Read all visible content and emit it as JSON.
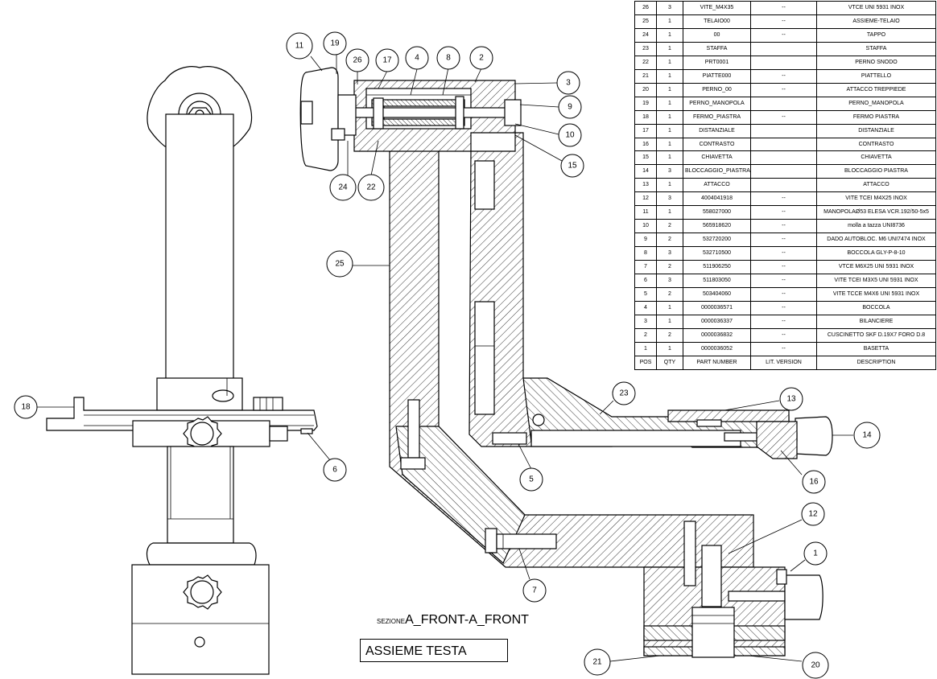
{
  "drawing": {
    "section_prefix": "SEZIONE",
    "section_name": "A_FRONT-A_FRONT",
    "title": "ASSIEME TESTA"
  },
  "bom": {
    "headers": [
      "POS",
      "QTY",
      "PART NUMBER",
      "LIT. VERSION",
      "DESCRIPTION"
    ],
    "rows": [
      [
        "26",
        "3",
        "VITE_M4X35",
        "--",
        "VTCE UNI 5931 INOX"
      ],
      [
        "25",
        "1",
        "TELAIO00",
        "--",
        "ASSIEME-TELAIO"
      ],
      [
        "24",
        "1",
        "00",
        "--",
        "TAPPO"
      ],
      [
        "23",
        "1",
        "STAFFA",
        "",
        "STAFFA"
      ],
      [
        "22",
        "1",
        "PRT0001",
        "",
        "PERNO SNODO"
      ],
      [
        "21",
        "1",
        "PIATTE000",
        "--",
        "PIATTELLO"
      ],
      [
        "20",
        "1",
        "PERNO_00",
        "--",
        "ATTACCO TREPPIEDE"
      ],
      [
        "19",
        "1",
        "PERNO_MANOPOLA",
        "",
        "PERNO_MANOPOLA"
      ],
      [
        "18",
        "1",
        "FERMO_PIASTRA",
        "--",
        "FERMO PIASTRA"
      ],
      [
        "17",
        "1",
        "DISTANZIALE",
        "",
        "DISTANZIALE"
      ],
      [
        "16",
        "1",
        "CONTRASTO",
        "",
        "CONTRASTO"
      ],
      [
        "15",
        "1",
        "CHIAVETTA",
        "",
        "CHIAVETTA"
      ],
      [
        "14",
        "3",
        "BLOCCAGGIO_PIASTRA",
        "",
        "BLOCCAGGIO PIASTRA"
      ],
      [
        "13",
        "1",
        "ATTACCO",
        "",
        "ATTACCO"
      ],
      [
        "12",
        "3",
        "4004041918",
        "--",
        "VITE TCEI M4X25 INOX"
      ],
      [
        "11",
        "1",
        "558027000",
        "--",
        "MANOPOLAØ53 ELESA VCR.192/50-5x5"
      ],
      [
        "10",
        "2",
        "565918620",
        "--",
        "molla a tazza UNI8736"
      ],
      [
        "9",
        "2",
        "532720200",
        "--",
        "DADO AUTOBLOC. M6 UNI7474 INOX"
      ],
      [
        "8",
        "3",
        "532710500",
        "--",
        "BOCCOLA GLY-P-8-10"
      ],
      [
        "7",
        "2",
        "511906250",
        "--",
        "VTCE M6X25 UNI 5931 INOX"
      ],
      [
        "6",
        "3",
        "511803050",
        "--",
        "VITE TCEI M3X5 UNI 5931 INOX"
      ],
      [
        "5",
        "2",
        "503404060",
        "--",
        "VITE TCCE M4X6 UNI 5931 INOX"
      ],
      [
        "4",
        "1",
        "0000036571",
        "--",
        "BOCCOLA"
      ],
      [
        "3",
        "1",
        "0000036337",
        "--",
        "BILANCIERE"
      ],
      [
        "2",
        "2",
        "0000036832",
        "--",
        "CUSCINETTO SKF D.19X7 FORO D.8"
      ],
      [
        "1",
        "1",
        "0000036052",
        "--",
        "BASETTA"
      ]
    ]
  },
  "balloons": [
    "1",
    "2",
    "3",
    "4",
    "5",
    "6",
    "7",
    "8",
    "9",
    "10",
    "11",
    "12",
    "13",
    "14",
    "15",
    "16",
    "17",
    "18",
    "19",
    "20",
    "21",
    "22",
    "23",
    "24",
    "25",
    "26"
  ]
}
